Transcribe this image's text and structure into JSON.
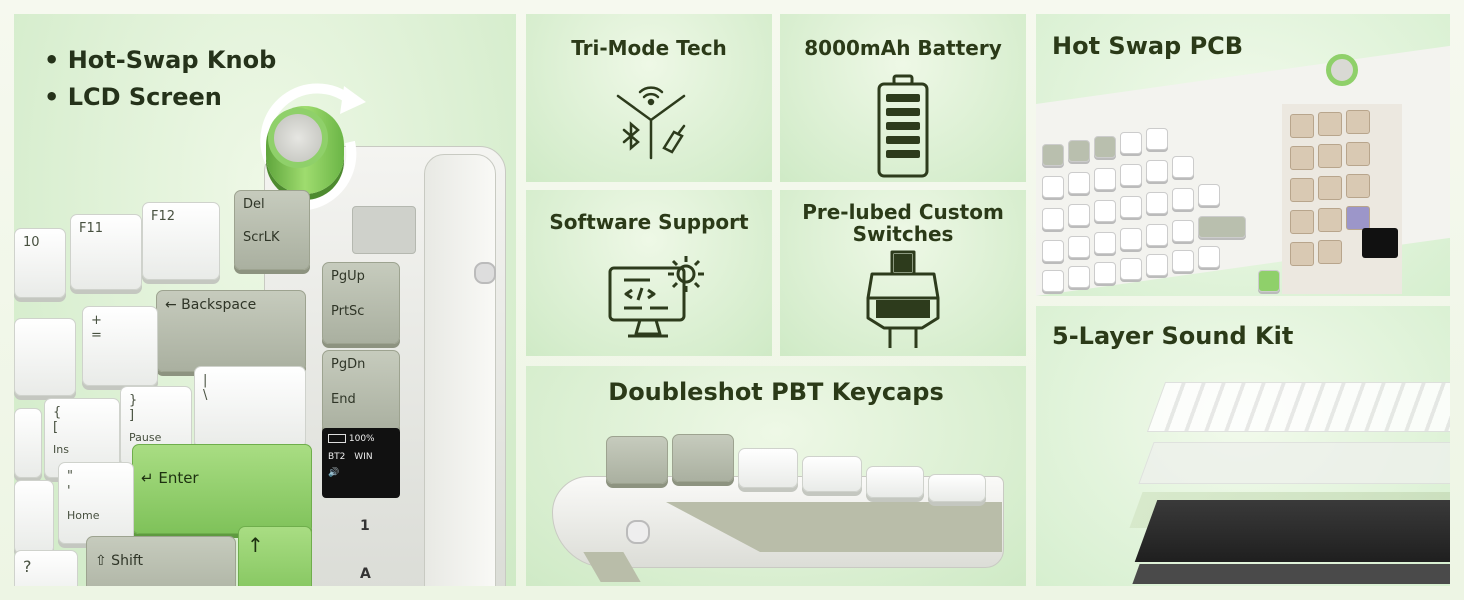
{
  "panels": {
    "knob": {
      "bullets": [
        "Hot-Swap Knob",
        "LCD Screen"
      ]
    },
    "trimode": {
      "title": "Tri-Mode Tech"
    },
    "battery": {
      "title": "8000mAh Battery"
    },
    "software": {
      "title": "Software Support"
    },
    "switches": {
      "title_line1": "Pre-lubed Custom",
      "title_line2": "Switches"
    },
    "keycaps": {
      "title": "Doubleshot PBT Keycaps"
    },
    "pcb": {
      "title": "Hot Swap PCB"
    },
    "sound": {
      "title": "5-Layer Sound Kit"
    }
  },
  "keys": {
    "f10": "10",
    "f11": "F11",
    "f12": "F12",
    "del": "Del",
    "scrlk": "ScrLK",
    "pgup": "PgUp",
    "prtsc": "PrtSc",
    "pgdn": "PgDn",
    "end": "End",
    "backspace": "← Backspace",
    "plus": "+",
    "equals": "=",
    "brace_open": "{",
    "bracket_open": "[",
    "brace_close": "}",
    "bracket_close": "]",
    "pipe": "|",
    "backslash": "\\",
    "ins": "Ins",
    "pause": "Pause",
    "enter": "↵ Enter",
    "quote": "\"",
    "apostrophe": "'",
    "home": "Home",
    "question": "?",
    "shift": "⇧ Shift",
    "up": "↑"
  },
  "lcd": {
    "battery": "100%",
    "mode": "BT2",
    "os": "WIN",
    "sound": "🔊"
  },
  "side_labels": {
    "one": "1",
    "a": "A"
  },
  "icons": {
    "wifi": "wifi-icon",
    "bluetooth": "bluetooth-icon",
    "usb": "usb-cable-icon",
    "battery": "battery-icon",
    "monitor": "monitor-code-icon",
    "gear": "gear-icon",
    "switch": "mechanical-switch-icon"
  },
  "colors": {
    "accent_green": "#8fd06a",
    "title_text": "#2b3a18",
    "icon_stroke": "#2d3b1c"
  }
}
